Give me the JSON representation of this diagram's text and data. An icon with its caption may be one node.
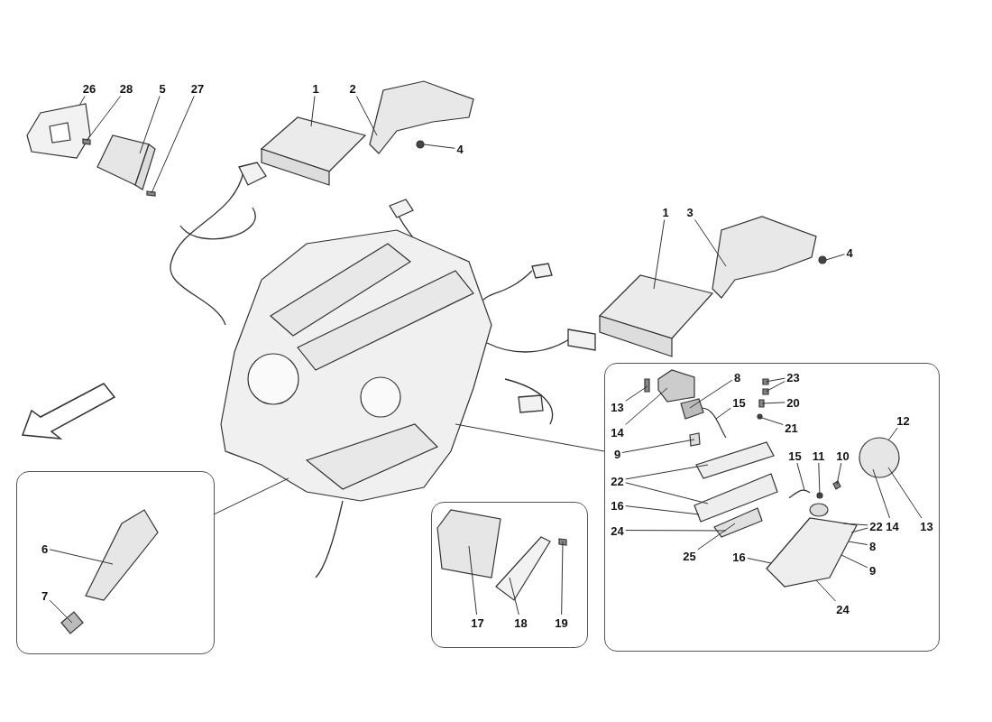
{
  "diagram": {
    "nodes": [
      {
        "text": [],
        "shape": "box"
      },
      {
        "text": [],
        "shape": "box"
      },
      {
        "text": [],
        "shape": "box"
      },
      {
        "text": [
          "26"
        ]
      },
      {
        "text": [
          "28"
        ]
      },
      {
        "text": [
          "5"
        ]
      },
      {
        "text": [
          "27"
        ]
      },
      {
        "text": [
          "1"
        ]
      },
      {
        "text": [
          "2"
        ]
      },
      {
        "text": [
          "4"
        ]
      },
      {
        "text": [
          "1"
        ]
      },
      {
        "text": [
          "3"
        ]
      },
      {
        "text": [
          "4"
        ]
      },
      {
        "text": [
          "6"
        ],
        "in": 0
      },
      {
        "text": [
          "7"
        ],
        "in": 0
      },
      {
        "text": [
          "17"
        ],
        "in": 1
      },
      {
        "text": [
          "18"
        ],
        "in": 1
      },
      {
        "text": [
          "19"
        ],
        "in": 1
      },
      {
        "text": [
          "13"
        ],
        "in": 2
      },
      {
        "text": [
          "14"
        ],
        "in": 2
      },
      {
        "text": [
          "8"
        ],
        "in": 2
      },
      {
        "text": [
          "15"
        ],
        "in": 2
      },
      {
        "text": [
          "23"
        ],
        "in": 2
      },
      {
        "text": [
          "20"
        ],
        "in": 2
      },
      {
        "text": [
          "21"
        ],
        "in": 2
      },
      {
        "text": [
          "9"
        ],
        "in": 2
      },
      {
        "text": [
          "22"
        ],
        "in": 2
      },
      {
        "text": [
          "16"
        ],
        "in": 2
      },
      {
        "text": [
          "24"
        ],
        "in": 2
      },
      {
        "text": [
          "25"
        ],
        "in": 2
      },
      {
        "text": [
          "12"
        ],
        "in": 2
      },
      {
        "text": [
          "15"
        ],
        "in": 2
      },
      {
        "text": [
          "11"
        ],
        "in": 2
      },
      {
        "text": [
          "10"
        ],
        "in": 2
      },
      {
        "text": [
          "22"
        ],
        "in": 2
      },
      {
        "text": [
          "14"
        ],
        "in": 2
      },
      {
        "text": [
          "13"
        ],
        "in": 2
      },
      {
        "text": [
          "8"
        ],
        "in": 2
      },
      {
        "text": [
          "9"
        ],
        "in": 2
      },
      {
        "text": [
          "16"
        ],
        "in": 2
      },
      {
        "text": [
          "24"
        ],
        "in": 2
      },
      {
        "text": [],
        "shape": "picture"
      },
      {
        "text": [],
        "shape": "box"
      },
      {
        "text": [],
        "shape": "picture"
      },
      {
        "text": [],
        "shape": "box"
      },
      {
        "text": [],
        "shape": "picture"
      },
      {
        "text": [],
        "shape": "picture"
      },
      {
        "text": [],
        "shape": "circle"
      },
      {
        "text": [],
        "shape": "picture"
      },
      {
        "text": [],
        "shape": "picture"
      },
      {
        "text": [],
        "shape": "circle"
      },
      {
        "text": [],
        "shape": "picture",
        "in": 0
      },
      {
        "text": [],
        "shape": "picture",
        "in": 0
      },
      {
        "text": [],
        "shape": "picture",
        "in": 1
      },
      {
        "text": [],
        "shape": "picture",
        "in": 1
      },
      {
        "text": [],
        "shape": "box",
        "in": 1
      },
      {
        "text": [],
        "shape": "box",
        "in": 2
      },
      {
        "text": [],
        "shape": "picture",
        "in": 2
      },
      {
        "text": [],
        "shape": "picture",
        "in": 2
      },
      {
        "text": [],
        "shape": "picture",
        "in": 2
      },
      {
        "text": [],
        "shape": "box",
        "in": 2
      },
      {
        "text": [],
        "shape": "box",
        "in": 2
      },
      {
        "text": [],
        "shape": "box",
        "in": 2
      },
      {
        "text": [],
        "shape": "circle",
        "in": 2
      },
      {
        "text": [],
        "shape": "box",
        "in": 2
      },
      {
        "text": [],
        "shape": "picture",
        "in": 2
      },
      {
        "text": [],
        "shape": "picture",
        "in": 2
      },
      {
        "text": [],
        "shape": "picture",
        "in": 2
      },
      {
        "text": [],
        "shape": "picture",
        "in": 2
      },
      {
        "text": [],
        "shape": "picture",
        "in": 2
      },
      {
        "text": [],
        "shape": "circle",
        "in": 2
      },
      {
        "text": [],
        "shape": "box",
        "in": 2
      },
      {
        "text": [],
        "shape": "picture",
        "in": 2
      },
      {
        "text": [],
        "shape": "picture"
      }
    ],
    "edges": [
      {
        "from": 3,
        "to": 41,
        "arrow": "none"
      },
      {
        "from": 4,
        "to": 42,
        "arrow": "none"
      },
      {
        "from": 5,
        "to": 43,
        "arrow": "none"
      },
      {
        "from": 6,
        "to": 44,
        "arrow": "none"
      },
      {
        "from": 7,
        "to": 45,
        "arrow": "none"
      },
      {
        "from": 8,
        "to": 46,
        "arrow": "none"
      },
      {
        "from": 9,
        "to": 47,
        "arrow": "none"
      },
      {
        "from": 10,
        "to": 48,
        "arrow": "none"
      },
      {
        "from": 11,
        "to": 49,
        "arrow": "none"
      },
      {
        "from": 12,
        "to": 50,
        "arrow": "none"
      },
      {
        "from": 13,
        "to": 51,
        "arrow": "none"
      },
      {
        "from": 14,
        "to": 52,
        "arrow": "none"
      },
      {
        "from": 15,
        "to": 53,
        "arrow": "none"
      },
      {
        "from": 16,
        "to": 54,
        "arrow": "none"
      },
      {
        "from": 17,
        "to": 55,
        "arrow": "none"
      },
      {
        "from": 18,
        "to": 56,
        "arrow": "none"
      },
      {
        "from": 19,
        "to": 57,
        "arrow": "none"
      },
      {
        "from": 20,
        "to": 58,
        "arrow": "none"
      },
      {
        "from": 21,
        "to": 59,
        "arrow": "none"
      },
      {
        "from": 22,
        "to": 60,
        "arrow": "none"
      },
      {
        "from": 22,
        "to": 61,
        "arrow": "none"
      },
      {
        "from": 23,
        "to": 62,
        "arrow": "none"
      },
      {
        "from": 24,
        "to": 63,
        "arrow": "none"
      },
      {
        "from": 25,
        "to": 64,
        "arrow": "none"
      },
      {
        "from": 26,
        "to": 65,
        "arrow": "none"
      },
      {
        "from": 26,
        "to": 66,
        "arrow": "none"
      },
      {
        "from": 27,
        "to": 66,
        "arrow": "none"
      },
      {
        "from": 28,
        "to": 67,
        "arrow": "none"
      },
      {
        "from": 29,
        "to": 67,
        "arrow": "none"
      },
      {
        "from": 30,
        "to": 68,
        "arrow": "none"
      },
      {
        "from": 31,
        "to": 69,
        "arrow": "none"
      },
      {
        "from": 32,
        "to": 70,
        "arrow": "none"
      },
      {
        "from": 33,
        "to": 71,
        "arrow": "none"
      },
      {
        "from": 34,
        "to": 72,
        "arrow": "none"
      },
      {
        "from": 34,
        "to": 72,
        "arrow": "none"
      },
      {
        "from": 35,
        "to": 68,
        "arrow": "none"
      },
      {
        "from": 36,
        "to": 68,
        "arrow": "none"
      },
      {
        "from": 37,
        "to": 72,
        "arrow": "none"
      },
      {
        "from": 38,
        "to": 72,
        "arrow": "none"
      },
      {
        "from": 39,
        "to": 72,
        "arrow": "none"
      },
      {
        "from": 40,
        "to": 72,
        "arrow": "none"
      },
      {
        "from": 0,
        "to": 73,
        "arrow": "none"
      },
      {
        "from": 2,
        "to": 73,
        "arrow": "none"
      }
    ]
  }
}
